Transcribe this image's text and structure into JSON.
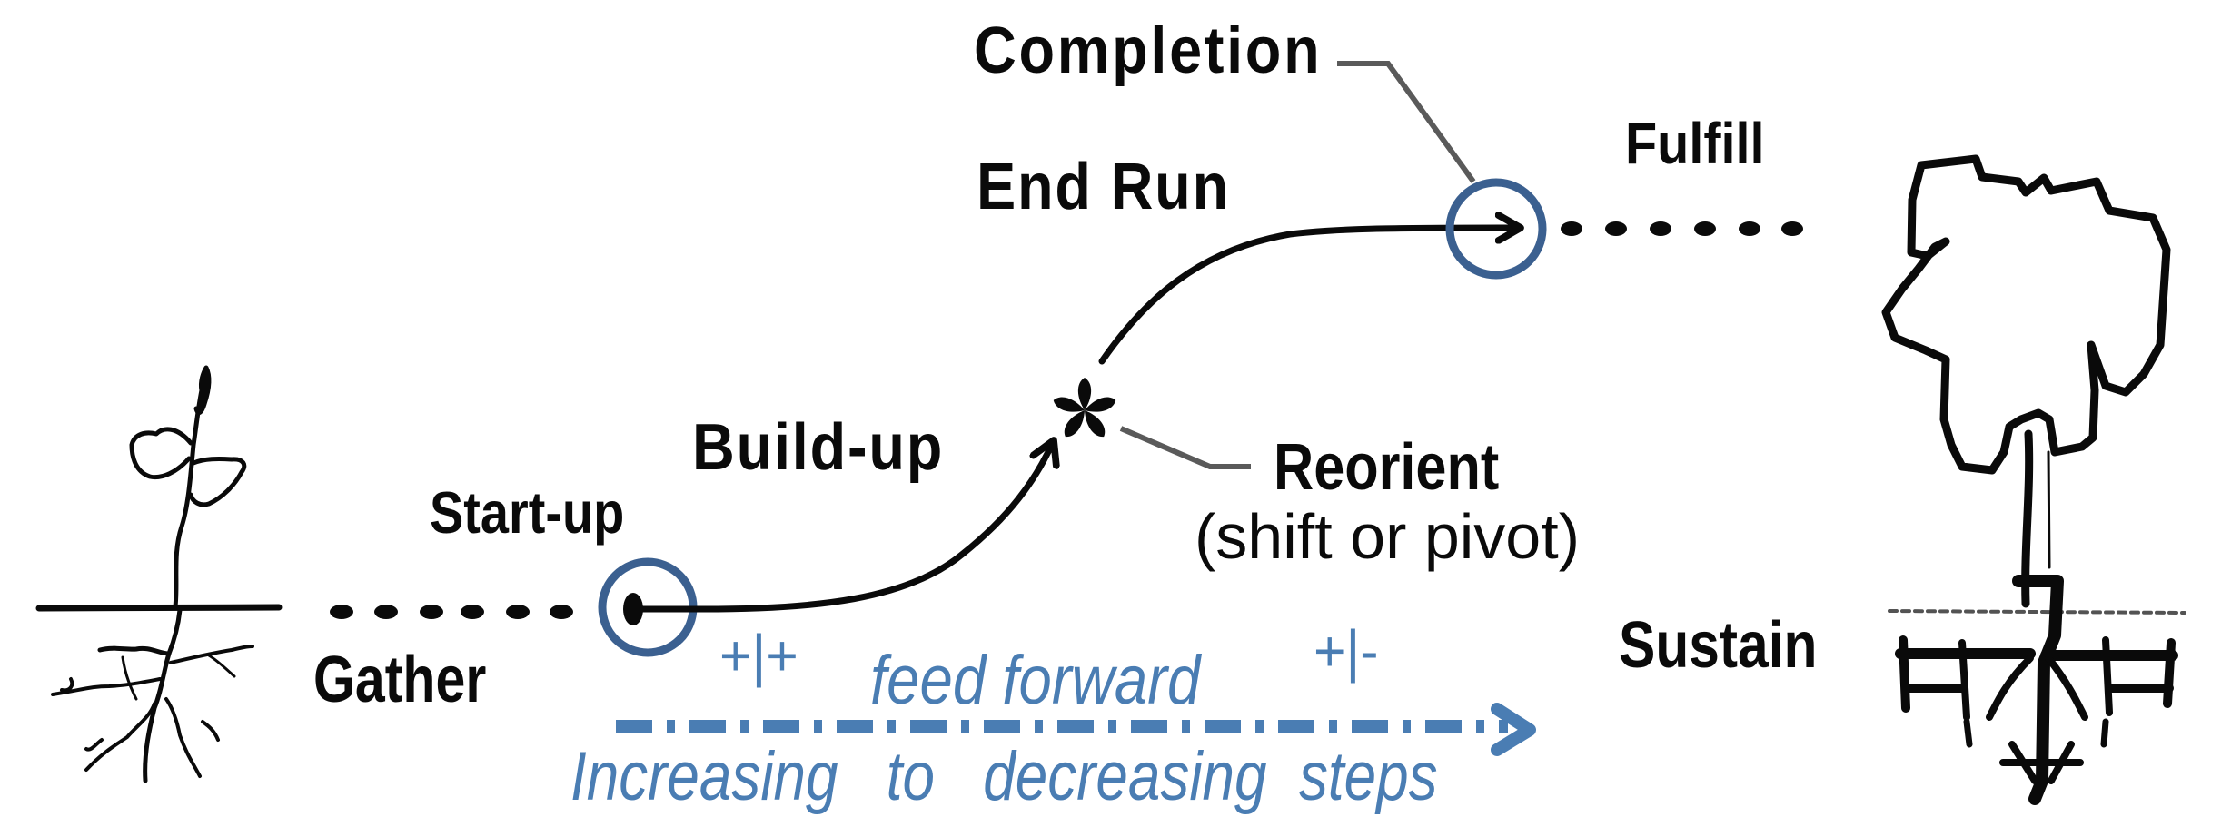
{
  "diagram": {
    "stages": {
      "gather": "Gather",
      "start_up": "Start-up",
      "build_up": "Build-up",
      "end_run": "End Run",
      "completion": "Completion",
      "fulfill": "Fulfill",
      "sustain": "Sustain",
      "reorient": "Reorient",
      "reorient_note": "(shift or pivot)"
    },
    "feedback": {
      "plus_plus": "+|+",
      "plus_minus": "+|-",
      "feed_forward": "feed forward",
      "steps_caption": "Increasing   to   decreasing  steps"
    },
    "icons": {
      "left": "seedling-icon",
      "right": "tree-icon",
      "pivot": "asterisk-icon"
    },
    "colors": {
      "ink": "#0a0a0a",
      "accent_blue": "#4a7db3",
      "circle_blue": "#3b6090",
      "leader_gray": "#5a5a5a"
    }
  }
}
